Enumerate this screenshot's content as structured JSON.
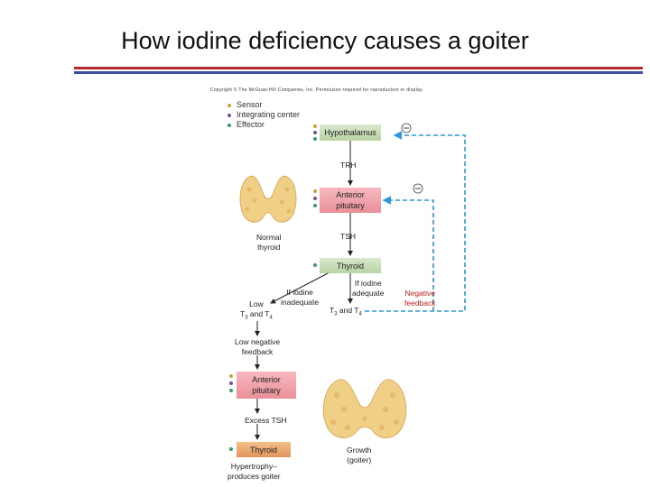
{
  "title": "How iodine deficiency causes a goiter",
  "copyright": "Copyright © The McGraw-Hill Companies, Inc. Permission required for reproduction or display.",
  "legend": [
    {
      "label": "Sensor",
      "color": "#c9a23c"
    },
    {
      "label": "Integrating center",
      "color": "#7b4f8f"
    },
    {
      "label": "Effector",
      "color": "#3c9a6b"
    }
  ],
  "colors": {
    "title_rule_red": "#b22b2f",
    "title_rule_blue": "#3b4fa5",
    "feedback_line": "#2a9ad6",
    "negative_feedback_text": "#c8231f"
  },
  "diagram": {
    "hypothalamus": "Hypothalamus",
    "trh": "TRH",
    "anterior_pituitary_line1": "Anterior",
    "anterior_pituitary_line2": "pituitary",
    "tsh": "TSH",
    "normal_thyroid_line1": "Normal",
    "normal_thyroid_line2": "thyroid",
    "thyroid": "Thyroid",
    "if_iodine_inadequate_line1": "If iodine",
    "if_iodine_inadequate_line2": "inadequate",
    "if_iodine_adequate_line1": "If iodine",
    "if_iodine_adequate_line2": "adequate",
    "low_t3_t4_line1": "Low",
    "low_t3_t4_line2_a": "T",
    "low_t3_t4_line2_sub1": "3",
    "low_t3_t4_line2_b": " and T",
    "low_t3_t4_line2_sub2": "4",
    "t3_t4_a": "T",
    "t3_t4_sub1": "3",
    "t3_t4_b": " and T",
    "t3_t4_sub2": "4",
    "negative_feedback_line1": "Negative",
    "negative_feedback_line2": "feedback",
    "minus_symbol": "−",
    "low_negative_feedback_line1": "Low negative",
    "low_negative_feedback_line2": "feedback",
    "anterior_pituitary_2_line1": "Anterior",
    "anterior_pituitary_2_line2": "pituitary",
    "excess_tsh": "Excess TSH",
    "thyroid_2": "Thyroid",
    "hypertrophy_line1": "Hypertrophy–",
    "hypertrophy_line2": "produces goiter",
    "growth_line1": "Growth",
    "growth_line2": "(goiter)"
  }
}
